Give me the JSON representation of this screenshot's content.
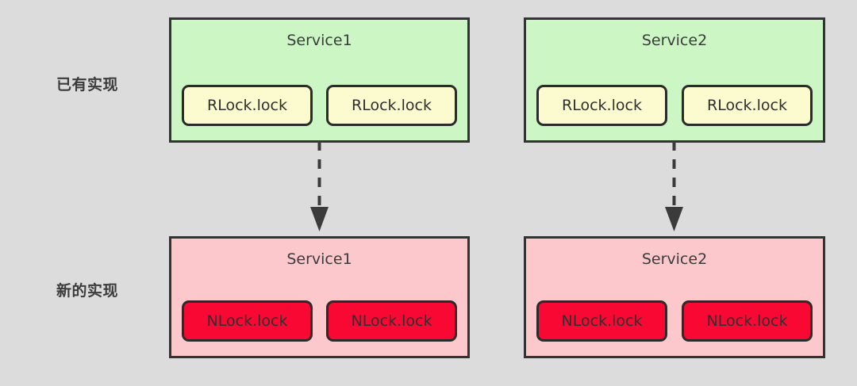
{
  "diagram": {
    "background_color": "#dcdcdc",
    "rows": [
      {
        "label": "已有实现",
        "container_color": "#ccf7c4",
        "chip_color": "#fbfbcf",
        "services": [
          {
            "title": "Service1",
            "locks": [
              "RLock.lock",
              "RLock.lock"
            ]
          },
          {
            "title": "Service2",
            "locks": [
              "RLock.lock",
              "RLock.lock"
            ]
          }
        ]
      },
      {
        "label": "新的实现",
        "container_color": "#fcc8cc",
        "chip_color": "#f80832",
        "services": [
          {
            "title": "Service1",
            "locks": [
              "NLock.lock",
              "NLock.lock"
            ]
          },
          {
            "title": "Service2",
            "locks": [
              "NLock.lock",
              "NLock.lock"
            ]
          }
        ]
      }
    ],
    "connectors": [
      {
        "name": "service1-migration-arrow",
        "style": "dashed",
        "direction": "down"
      },
      {
        "name": "service2-migration-arrow",
        "style": "dashed",
        "direction": "down"
      }
    ]
  }
}
